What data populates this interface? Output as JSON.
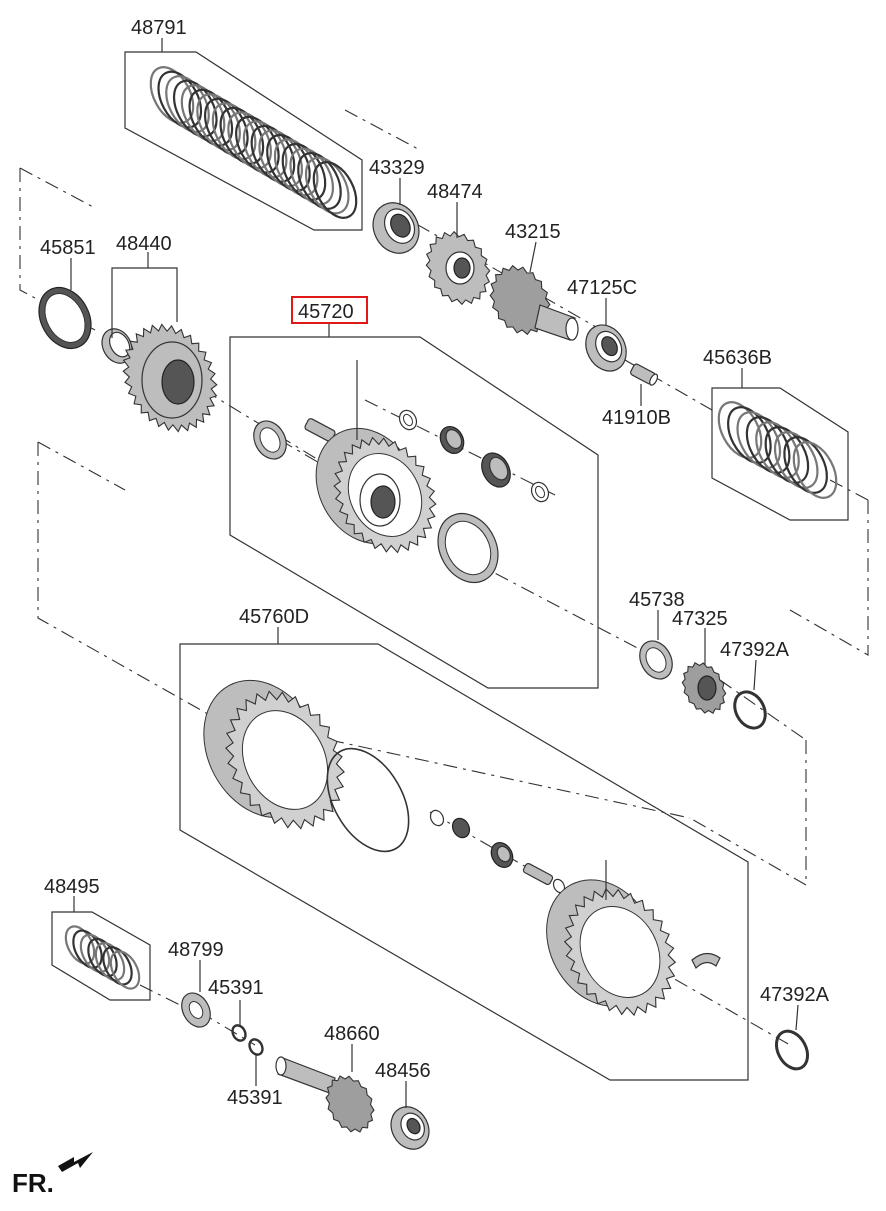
{
  "labels": {
    "p48791": "48791",
    "p43329": "43329",
    "p48474": "48474",
    "p43215": "43215",
    "p45851": "45851",
    "p48440": "48440",
    "p47125C": "47125C",
    "p45720": "45720",
    "p45636B": "45636B",
    "p41910B": "41910B",
    "p45738": "45738",
    "p47325": "47325",
    "p47392A_top": "47392A",
    "p45760D": "45760D",
    "p48495": "48495",
    "p48799": "48799",
    "p45391_top": "45391",
    "p45391_bottom": "45391",
    "p48660": "48660",
    "p48456": "48456",
    "p47392A_bottom": "47392A",
    "direction": "FR."
  },
  "highlight": {
    "part": "45720",
    "color": "#e01818"
  },
  "icons": {
    "direction_arrow": "front-arrow-icon"
  }
}
